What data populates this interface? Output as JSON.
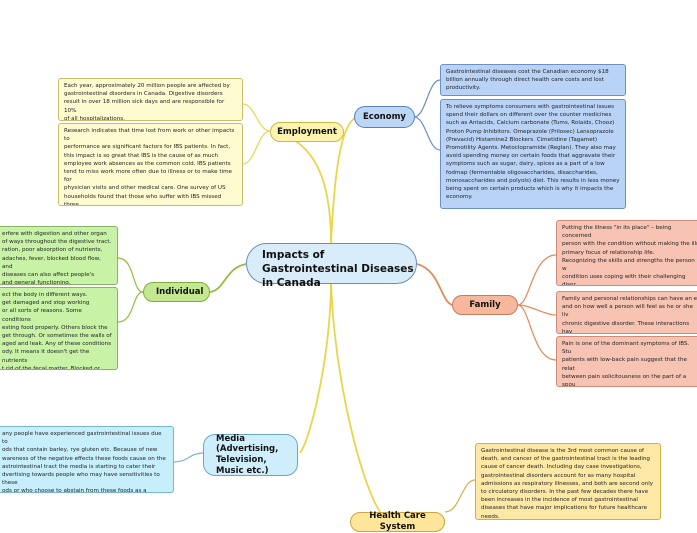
{
  "map": {
    "central_topic": "Impacts of Gastrointestinal Diseases in Canada",
    "colors": {
      "employment": "#fdf4b0",
      "economy": "#bcd6f6",
      "individual": "#c3e88f",
      "family": "#f6b79c",
      "media": "#cfeefc",
      "health": "#fde59a",
      "center": "#d9ecf9"
    },
    "branches": {
      "employment": {
        "label": "Employment",
        "notes": [
          "Each year, approximately 20 million people are affected by\ngastrointestinal disorders in Canada. Digestive disorders\nresult in over 18 million sick days and are responsible for 10%\nof all hospitalizations.",
          "Research indicates that time lost from work or other impacts to\nperformance are significant factors for IBS patients. In fact,\nthis impact is so great that IBS is the cause of as much\nemployee work absences as the common cold. IBS patients\ntend to miss work more often due to illness or to make time for\nphysician visits and other medical care. One survey of US\nhouseholds found that those who suffer with IBS missed three\ntimes more work than did patients without evidence of a\ngastrointestinal disorder."
        ]
      },
      "economy": {
        "label": "Economy",
        "notes": [
          "Gastrointestinal diseases cost the Canadian economy $18\nbillion annually through direct health care costs and lost\nproductivity.",
          "To relieve symptoms consumers with gastrointestinal issues\nspend their dollars on different over the counter medicines\nsuch as Antacids,  Calcium carbonate (Tums, Rolaids, Chooz)\nProton Pump Inhibitors. Omeprazole (Prilosec) Lansoprazole\n(Prevacid) Histamine2 Blockers. Cimetidine (Tagamet)\nPromotility Agents. Metoclopramide (Reglan). They also may\navoid spending money on certain foods that aggravate their\nsymptoms such as sugar, dairy, spices as a part of a low\nfodmap (fermentable oligosaccharides, disaccharides,\nmonosaccharides and polyols) diet. This results in less money\nbeing spent on certain products which is why it impacts the\neconomy."
        ]
      },
      "individual": {
        "label": "Individual",
        "notes": [
          "erfere with digestion and other organ\nof ways throughout the digestive tract.\nration, poor absorption of nutrients,\nadaches, fever, blocked blood flow, and\ndiseases can also affect people's\nand general functioning.",
          "ect the body in different ways.\nget damaged and stop working\nor all sorts of reasons. Some conditions\nesting food properly. Others block the\nget through. Or sometimes the walls of\naged and leak. Any of these conditions\nody. It means it doesn't get the nutrients\nt rid of the fecal matter. Blocked or leaky\nful, and can make people very sick."
        ]
      },
      "family": {
        "label": "Family",
        "notes": [
          "Putting the illness \"in its place\" – being concerned\nperson with the condition without making the illn\nprimary focus of relationship life.\nRecognizing the skills and strengths the person w\ncondition uses coping with their challenging disor\nexample, calling attention to his or her strategies\nused in managing intestinal symptoms and distre",
          "Family and personal relationships can have an e\nand on how well a person will feel as he or she liv\nchronic digestive disorder. These interactions hav\ndescribed by family medicine experts.",
          "Pain is one of the dominant symptoms of IBS. Stu\npatients with low-back pain suggest that the relat\nbetween pain solicitousness on the part of a spou\nbeneficial effects in a happy marriage but advers\nunhappy marriage."
        ]
      },
      "media": {
        "label": "Media (Advertising, Television, Music etc.)",
        "notes": [
          "any people have experienced gastrointestinal issues due to\nods that contain barley, rye gluten etc. Because of new\nwareness of the negative effects these foods cause on the\nastrointestinal tract the media is starting to cater their\ndvertising towards people who may have sensitivities to these\nods or who choose to abstain from these foods as a healthy\nreventative measure."
        ]
      },
      "health": {
        "label": "Health Care System",
        "notes": [
          "Gastrointestinal disease is the 3rd most common cause of\ndeath, and cancer of the gastrointestinal tract is the leading\ncause of cancer death. Including day case investigations,\ngastrointestinal disorders account for as many hospital\nadmissions as respiratory illnesses, and both are second only\nto circulatory disorders. In the past few decades there have\nbeen increases in the incidence of most gastrointestinal\ndiseases that have major implications for future healthcare\nneeds."
        ]
      }
    }
  }
}
